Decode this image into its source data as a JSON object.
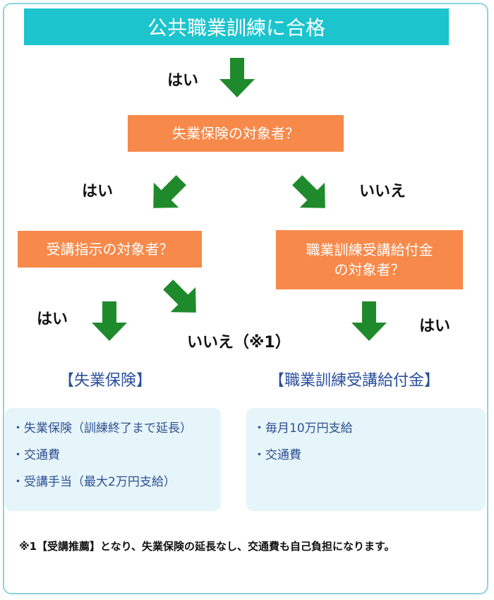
{
  "header": {
    "title": "公共職業訓練に合格"
  },
  "labels": {
    "yes": "はい",
    "no": "いいえ",
    "no_note": "いいえ（※1）"
  },
  "questions": {
    "q1": "失業保険の対象者？",
    "q2": "受講指示の対象者？",
    "q3_line1": "職業訓練受講給付金",
    "q3_line2": "の対象者？"
  },
  "results": {
    "left": {
      "title": "【失業保険】",
      "items": [
        "失業保険（訓練終了まで延長）",
        "交通費",
        "受講手当（最大2万円支給）"
      ]
    },
    "right": {
      "title": "【職業訓練受講給付金】",
      "items": [
        "毎月10万円支給",
        "交通費"
      ]
    }
  },
  "footnote": "※1【受講推薦】となり、失業保険の延長なし、交通費も自己負担になります。",
  "colors": {
    "header": "#1cc4cd",
    "question": "#f7894a",
    "arrow": "#1f8a2c",
    "panel": "#e6f5f9",
    "result_text": "#2a4f9c"
  }
}
